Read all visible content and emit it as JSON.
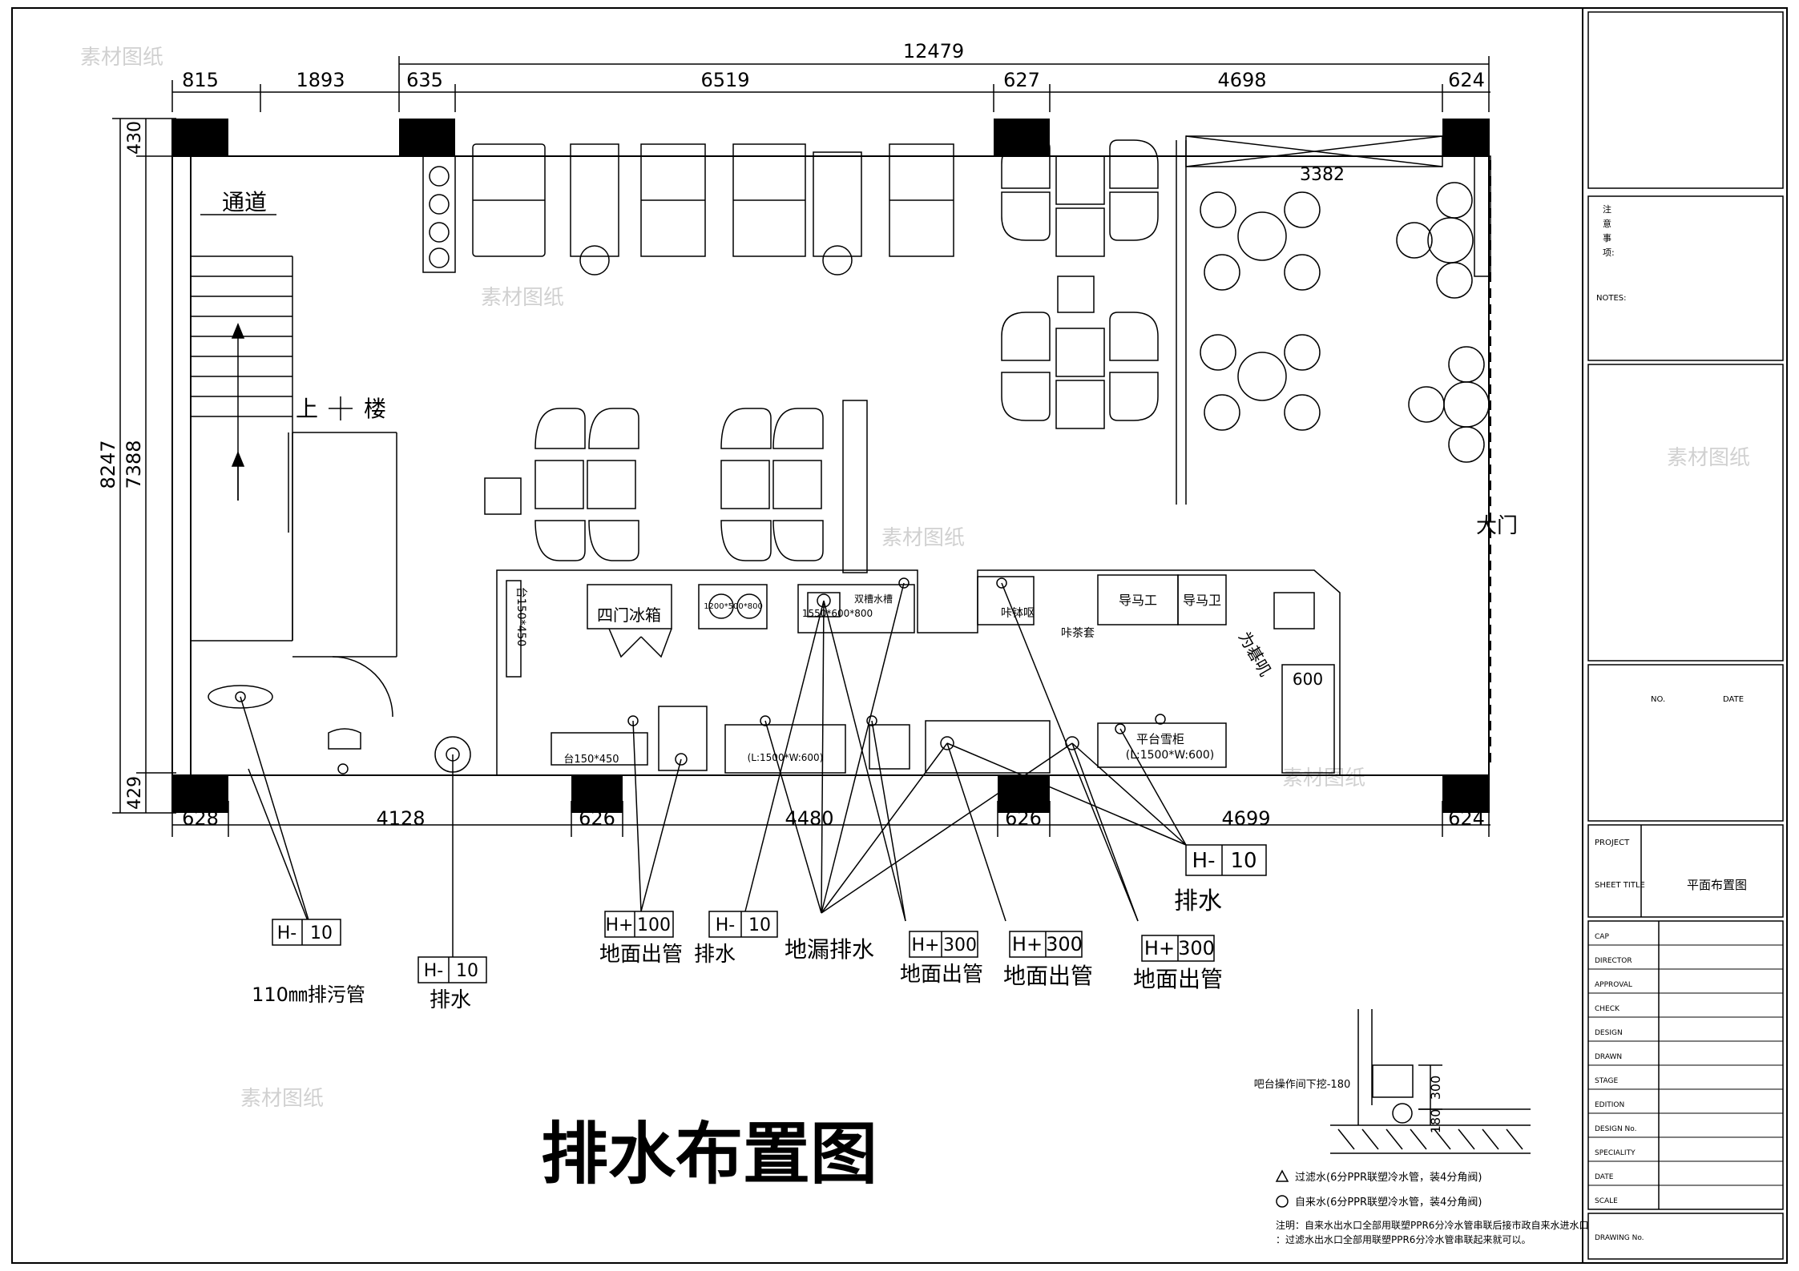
{
  "dimensions": {
    "top_total": "12479",
    "top": [
      "815",
      "1893",
      "635",
      "6519",
      "627",
      "4698",
      "624"
    ],
    "bottom": [
      "628",
      "4128",
      "626",
      "4480",
      "626",
      "4699",
      "624"
    ],
    "left_outer": "8247",
    "left_inner": [
      "430",
      "7388",
      "429"
    ],
    "seating_width": "3382"
  },
  "rooms": {
    "passage": "通道",
    "stairs_up": "上",
    "stairs_floor": "楼",
    "main_door": "大门"
  },
  "kitchen": {
    "sink_150x450": "台150*450",
    "four_door_fridge": "四门冰箱",
    "fridge_size": "1200*500*800",
    "double_sink": "双槽水槽",
    "double_sink_size": "1550*600*800",
    "counter_1": "导马工",
    "counter_2": "导马卫",
    "counter_3": "咔钵呕",
    "counter_4": "咔茶套",
    "cashier": "为碁叽",
    "cabinet_600": "600",
    "table_150x450": "台150*450",
    "work_table_size": "(L:1500*W:600)",
    "ice_cabinet": "平台雪柜",
    "ice_cabinet_size": "(L:1500*W:600)"
  },
  "tags": [
    {
      "code": "H-",
      "value": "10",
      "label": "110㎜排污管"
    },
    {
      "code": "H-",
      "value": "10",
      "label": "排水"
    },
    {
      "code": "H+",
      "value": "100",
      "label": "地面出管"
    },
    {
      "code": "H-",
      "value": "10",
      "label": "排水"
    },
    {
      "code": "",
      "value": "",
      "label": "地漏排水"
    },
    {
      "code": "H+",
      "value": "300",
      "label": "地面出管"
    },
    {
      "code": "H+",
      "value": "300",
      "label": "地面出管"
    },
    {
      "code": "H+",
      "value": "300",
      "label": "地面出管"
    },
    {
      "code": "H-",
      "value": "10",
      "label": "排水"
    }
  ],
  "title": "排水布置图",
  "detail": {
    "label": "吧台操作间下挖-180",
    "dim_300": "300",
    "dim_180": "180"
  },
  "notes": {
    "legend_1": "过滤水(6分PPR联塑冷水管，装4分角阀)",
    "legend_2": "自来水(6分PPR联塑冷水管，装4分角阀)",
    "note_line_1": "注明：自来水出水口全部用联塑PPR6分冷水管串联后接市政自来水进水口",
    "note_line_2": "：过滤水出水口全部用联塑PPR6分冷水管串联起来就可以。"
  },
  "title_block": {
    "notes_head": "注",
    "notes_items": [
      "意",
      "事",
      "项:"
    ],
    "notes_en": "NOTES:",
    "desc_no": "NO.",
    "desc_date": "DATE",
    "project_label": "PROJECT",
    "sheet_title_label": "SHEET TITLE",
    "sheet_title": "平面布置图",
    "rows": [
      "CAP",
      "DIRECTOR",
      "APPROVAL",
      "CHECK",
      "DESIGN",
      "DRAWN",
      "STAGE",
      "EDITION",
      "DESIGN No.",
      "SPECIALITY",
      "DATE",
      "SCALE"
    ],
    "drawing_no": "DRAWING No."
  },
  "watermark": "素材图纸"
}
